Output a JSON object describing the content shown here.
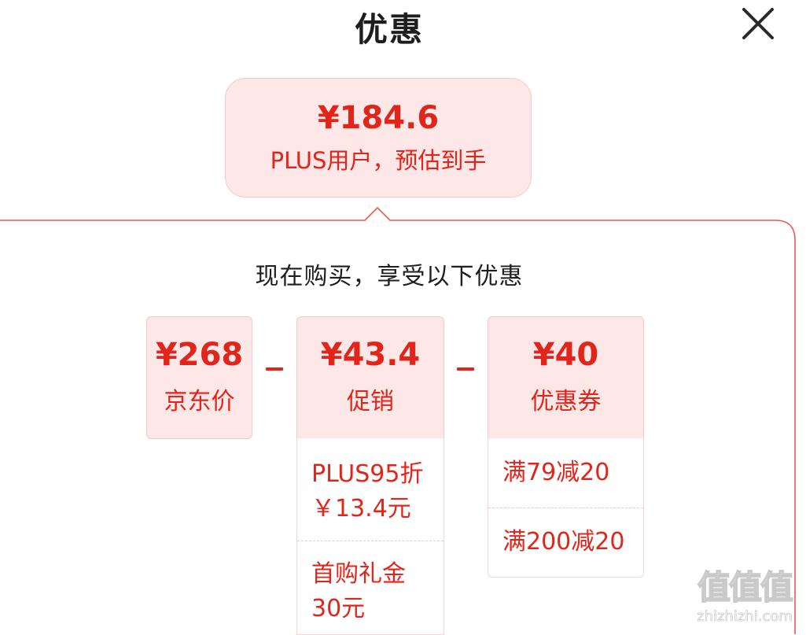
{
  "header": {
    "title": "优惠",
    "close_icon": "close-icon"
  },
  "estimate": {
    "price": "¥184.6",
    "label": "PLUS用户，预估到手"
  },
  "breakdown": {
    "headline": "现在购买，享受以下优惠",
    "jd_price": {
      "amount": "¥268",
      "label": "京东价"
    },
    "promotion": {
      "amount": "¥43.4",
      "label": "促销",
      "items": [
        {
          "line1": "PLUS95折",
          "line2": "￥13.4元"
        },
        {
          "line1": "首购礼金",
          "line2": "30元"
        }
      ]
    },
    "coupon": {
      "amount": "¥40",
      "label": "优惠券",
      "items": [
        "满79减20",
        "满200减20"
      ]
    }
  },
  "watermark": {
    "glyphs": "值值值",
    "url": "zhizhizhi.com"
  },
  "colors": {
    "accent": "#e1251b",
    "card_bg": "#fde7e7",
    "card_border": "#f6c8c8",
    "text": "#1e1e1e"
  }
}
